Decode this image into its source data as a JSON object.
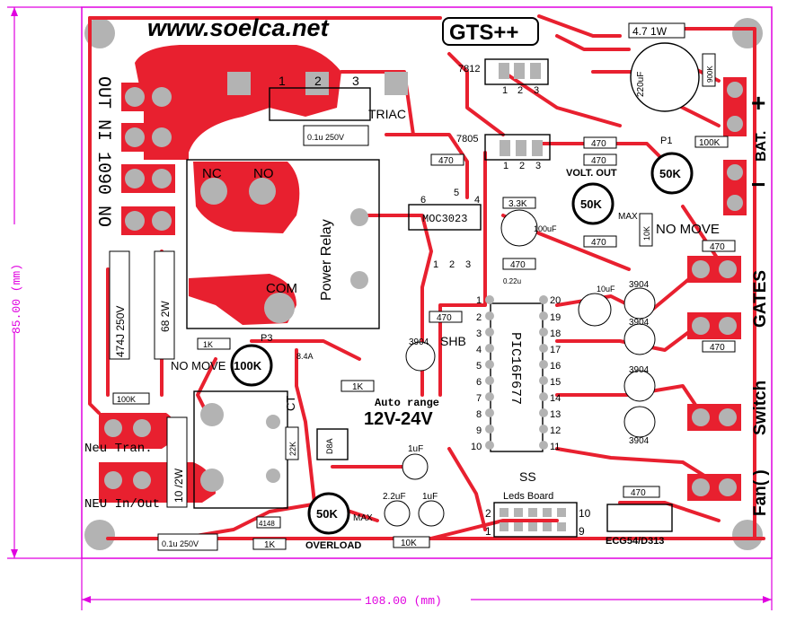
{
  "board": {
    "website": "www.soelca.net",
    "brand": "GTS++",
    "colors": {
      "copper": "#e8202f",
      "pad": "#b3b3b3",
      "outline": "#000000",
      "dimension": "#e000e0",
      "board": "#ffffff"
    }
  },
  "dimensions": {
    "width_label": "108.00 (mm)",
    "height_label": "85.00 (mm)"
  },
  "labels": {
    "mirror_text": "OUT NI 1090 NO",
    "triac": "TRIAC",
    "triac_pins": [
      "1",
      "2",
      "3"
    ],
    "relay_nc": "NC",
    "relay_no": "NO",
    "relay_com": "COM",
    "power_relay": "Power Relay",
    "ic_7812": "7812",
    "ic_7805": "7805",
    "reg_pins": [
      "1",
      "2",
      "3"
    ],
    "moc": "MOC3023",
    "moc_pins_top": [
      "6",
      "5",
      "4"
    ],
    "moc_pins_bottom": [
      "1",
      "2",
      "3"
    ],
    "pic": "PIC16F677",
    "pic_left_pins": [
      "1",
      "2",
      "3",
      "4",
      "5",
      "6",
      "7",
      "8",
      "9",
      "10"
    ],
    "pic_right_pins": [
      "20",
      "19",
      "18",
      "17",
      "16",
      "15",
      "14",
      "13",
      "12",
      "11"
    ],
    "res_4k7": "4.7 1W",
    "cap_220": "220uF",
    "res_900k": "900K",
    "bat_plus": "+",
    "bat": "BAT.",
    "bat_minus": "−",
    "p1": "P1",
    "pot_50k": "50K",
    "volt_out": "VOLT. OUT",
    "max": "MAX",
    "no_move": "NO MOVE",
    "gates": "GATES",
    "switch": "Switch",
    "fan": "Fan(   )",
    "t3904": "3904",
    "shb": "SHB",
    "p3": "P3",
    "pot_100k": "100K",
    "no_move2": "NO MOVE",
    "auto_range": "Auto range",
    "v_range": "12V-24V",
    "ct": "CT",
    "neu_tran": "Neu Tran.",
    "neu_inout": "NEU In/Out",
    "res_10_2w": "10 /2W",
    "res_474": "474J 250V",
    "res_68": "68  2W",
    "res_100k": "100K",
    "res_1k": "1K",
    "cap_0_1u_250": "0.1u 250V",
    "res_4148": "4148",
    "overload": "OVERLOAD",
    "c1uf": "1uF",
    "c2_2uf": "2.2uF",
    "c10uf": "10uF",
    "c100uf": "100uF",
    "r10k": "10K",
    "r470": "470",
    "r22k": "22K",
    "r3_3k": "3.3K",
    "r0_1u": "0.1u",
    "leds_board": "Leds Board",
    "led_pins": [
      "2",
      "10",
      "1",
      "9"
    ],
    "ecg": "ECG54/D313",
    "ss": "SS",
    "c0_22u": "0.22u",
    "r1k5": "1K",
    "dim_8_4a": "8.4A",
    "d_ecg": "D8A",
    "c0_1u": "0.1u"
  }
}
